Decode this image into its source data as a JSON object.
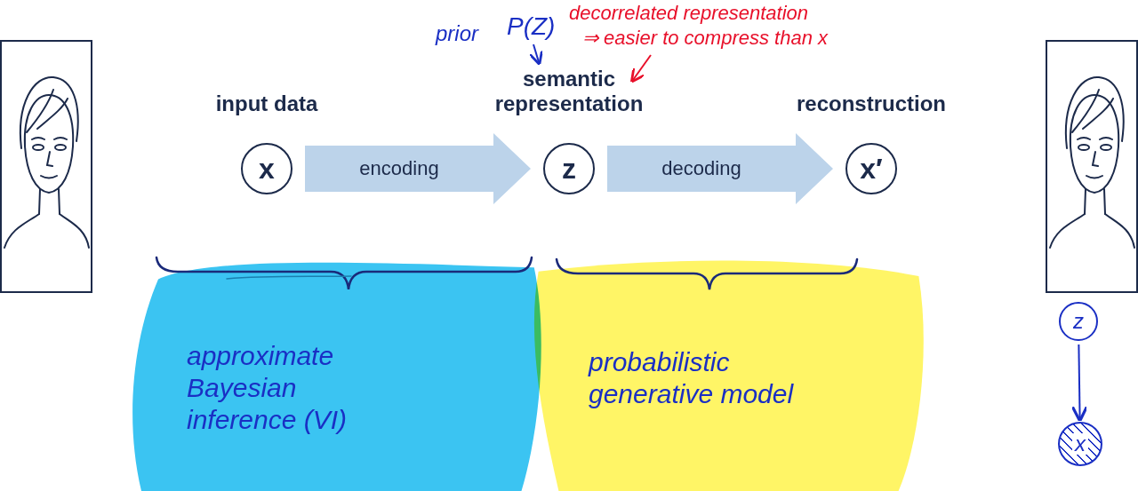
{
  "diagram": {
    "nodes": [
      {
        "text": [
          "input data",
          "x"
        ]
      },
      {
        "text": [
          "semantic representation",
          "z"
        ]
      },
      {
        "text": [
          "reconstruction",
          "x′"
        ]
      },
      {
        "text": [
          "approximate Bayesian inference (VI)"
        ]
      },
      {
        "text": [
          "probabilistic generative model"
        ]
      },
      {
        "text": [
          "z"
        ]
      },
      {
        "text": [
          "x"
        ]
      }
    ],
    "edges": [
      {
        "from": 0,
        "to": 1,
        "label": "encoding",
        "arrow": "to"
      },
      {
        "from": 1,
        "to": 2,
        "label": "decoding",
        "arrow": "to"
      },
      {
        "from": 5,
        "to": 6,
        "arrow": "to"
      }
    ],
    "labels": [
      "prior",
      "P(Z)",
      "decorrelated representation",
      "⇒ easier to compress than x"
    ]
  }
}
